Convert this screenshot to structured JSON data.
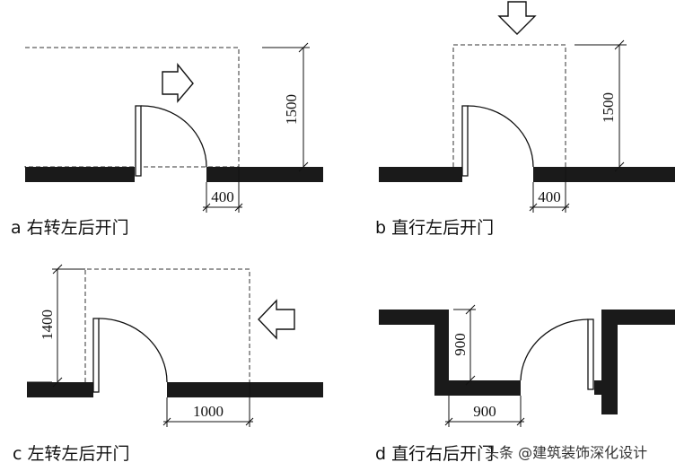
{
  "panels": [
    {
      "caption": "a 右转左后开门",
      "dim_vertical": "1500",
      "dim_horizontal": "400",
      "arrow": "right-arrow"
    },
    {
      "caption": "b 直行左后开门",
      "dim_vertical": "1500",
      "dim_horizontal": "400",
      "arrow": "down-arrow"
    },
    {
      "caption": "c 左转左后开门",
      "dim_vertical": "1400",
      "dim_horizontal": "1000",
      "arrow": "left-arrow"
    },
    {
      "caption": "d 直行右后开门",
      "dim_vertical": "900",
      "dim_horizontal": "900"
    }
  ],
  "watermark": "头条 @建筑装饰深化设计"
}
